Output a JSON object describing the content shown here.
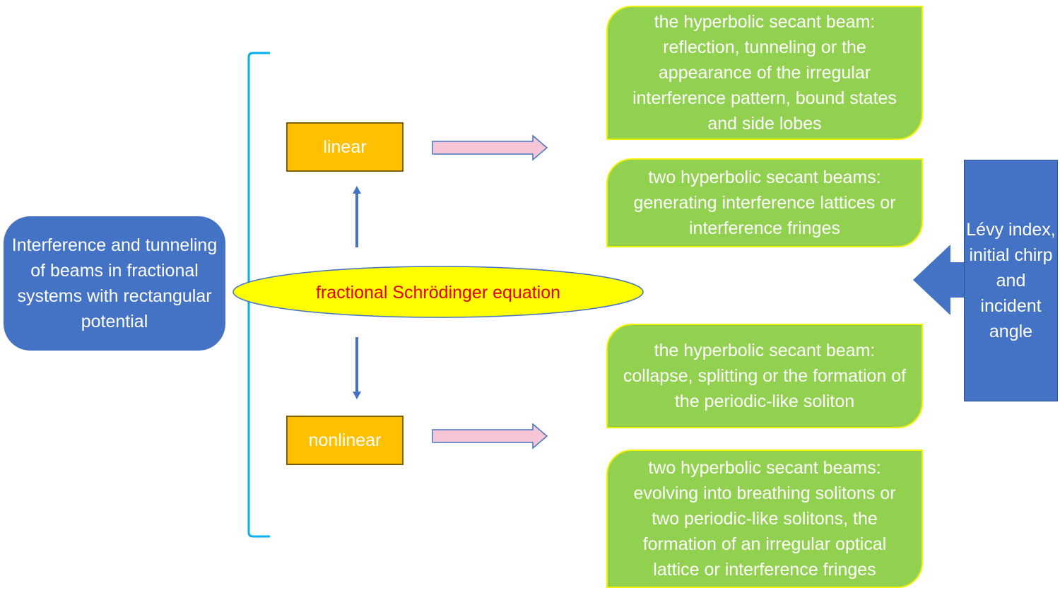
{
  "left_box": {
    "text": "Interference and tunneling of beams in fractional systems with rectangular potential"
  },
  "center": {
    "equation": "fractional Schrödinger equation"
  },
  "modes": {
    "linear": "linear",
    "nonlinear": "nonlinear"
  },
  "results": {
    "linear_single": "the hyperbolic secant beam: reflection, tunneling or the appearance of the irregular interference pattern, bound states and side lobes",
    "linear_double": "two hyperbolic secant beams: generating interference lattices or interference fringes",
    "nonlinear_single": "the hyperbolic secant beam: collapse, splitting or the formation of the periodic-like soliton",
    "nonlinear_double": "two hyperbolic secant beams: evolving into breathing solitons or two periodic-like solitons, the formation of an irregular optical lattice  or interference fringes"
  },
  "parameters": {
    "text": "Lévy index, initial chirp and incident angle"
  },
  "colors": {
    "blue_box": "#4472c4",
    "orange_box": "#ffc000",
    "green_box": "#92d050",
    "ellipse_fill": "#ffff00",
    "equation_text": "#e00000",
    "pink_arrow": "#f6c6d6",
    "bracket": "#00b0f0"
  }
}
